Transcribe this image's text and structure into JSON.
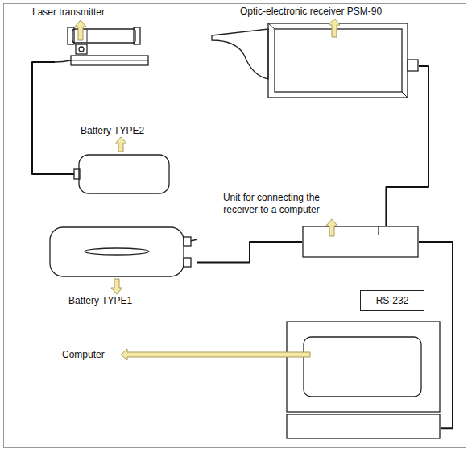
{
  "diagram": {
    "nodes": [
      {
        "text": [
          "Laser transmitter"
        ]
      },
      {
        "text": [
          "Optic-electronic receiver PSM-90"
        ]
      },
      {
        "text": [
          "Battery TYPE2"
        ]
      },
      {
        "text": [
          "Battery TYPE1"
        ]
      },
      {
        "text": [
          "Unit for connecting the receiver to a computer"
        ]
      },
      {
        "text": [
          "RS-232"
        ]
      },
      {
        "text": [
          "Computer"
        ]
      }
    ],
    "edges": [
      {
        "from": 0,
        "to": 2,
        "arrow": "none"
      },
      {
        "from": 1,
        "to": 4,
        "arrow": "none"
      },
      {
        "from": 3,
        "to": 4,
        "arrow": "none"
      },
      {
        "from": 4,
        "to": 6,
        "arrow": "none"
      }
    ]
  }
}
